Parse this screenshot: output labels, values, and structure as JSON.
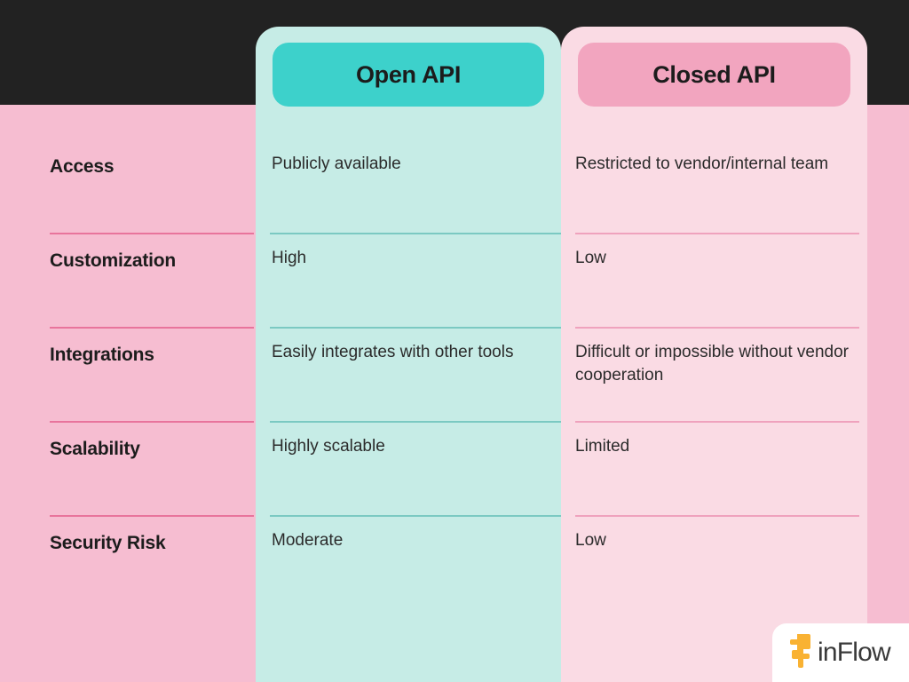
{
  "background": {
    "dark_band_color": "#222222",
    "pink_band_color": "#f6bdd1"
  },
  "columns": {
    "open": {
      "header": "Open API",
      "pill_color": "#3dd1cb",
      "panel_color": "#c6ece6"
    },
    "closed": {
      "header": "Closed API",
      "pill_color": "#f2a5bf",
      "panel_color": "#fadbe4"
    }
  },
  "rows": [
    {
      "label": "Access",
      "open": "Publicly available",
      "closed": "Restricted to vendor/internal team"
    },
    {
      "label": "Customization",
      "open": "High",
      "closed": "Low"
    },
    {
      "label": "Integrations",
      "open": "Easily integrates with other tools",
      "closed": "Difficult or impossible without vendor cooperation"
    },
    {
      "label": "Scalability",
      "open": "Highly scalable",
      "closed": "Limited"
    },
    {
      "label": "Security Risk",
      "open": "Moderate",
      "closed": "Low"
    }
  ],
  "logo": {
    "wordmark": "inFlow",
    "mark_color": "#f9b233",
    "mark_name": "inflow-block-icon",
    "box_color": "#ffffff"
  }
}
